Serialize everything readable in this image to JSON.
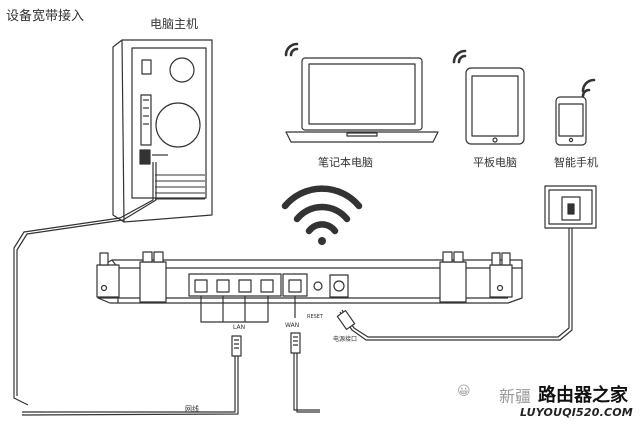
{
  "labels": {
    "title": "设备宽带接入",
    "pc": "电脑主机",
    "laptop": "笔记本电脑",
    "tablet": "平板电脑",
    "phone": "智能手机",
    "lan": "LAN",
    "wan": "WAN",
    "reset": "RESET",
    "power_port": "电源接口",
    "network_cable": "网线"
  },
  "watermark": {
    "logo": "😀",
    "brand_prefix": "新疆",
    "brand_main": "路由器之家",
    "url": "LUYOUQI520.COM"
  },
  "colors": {
    "line": "#333333",
    "fill": "#ffffff"
  }
}
